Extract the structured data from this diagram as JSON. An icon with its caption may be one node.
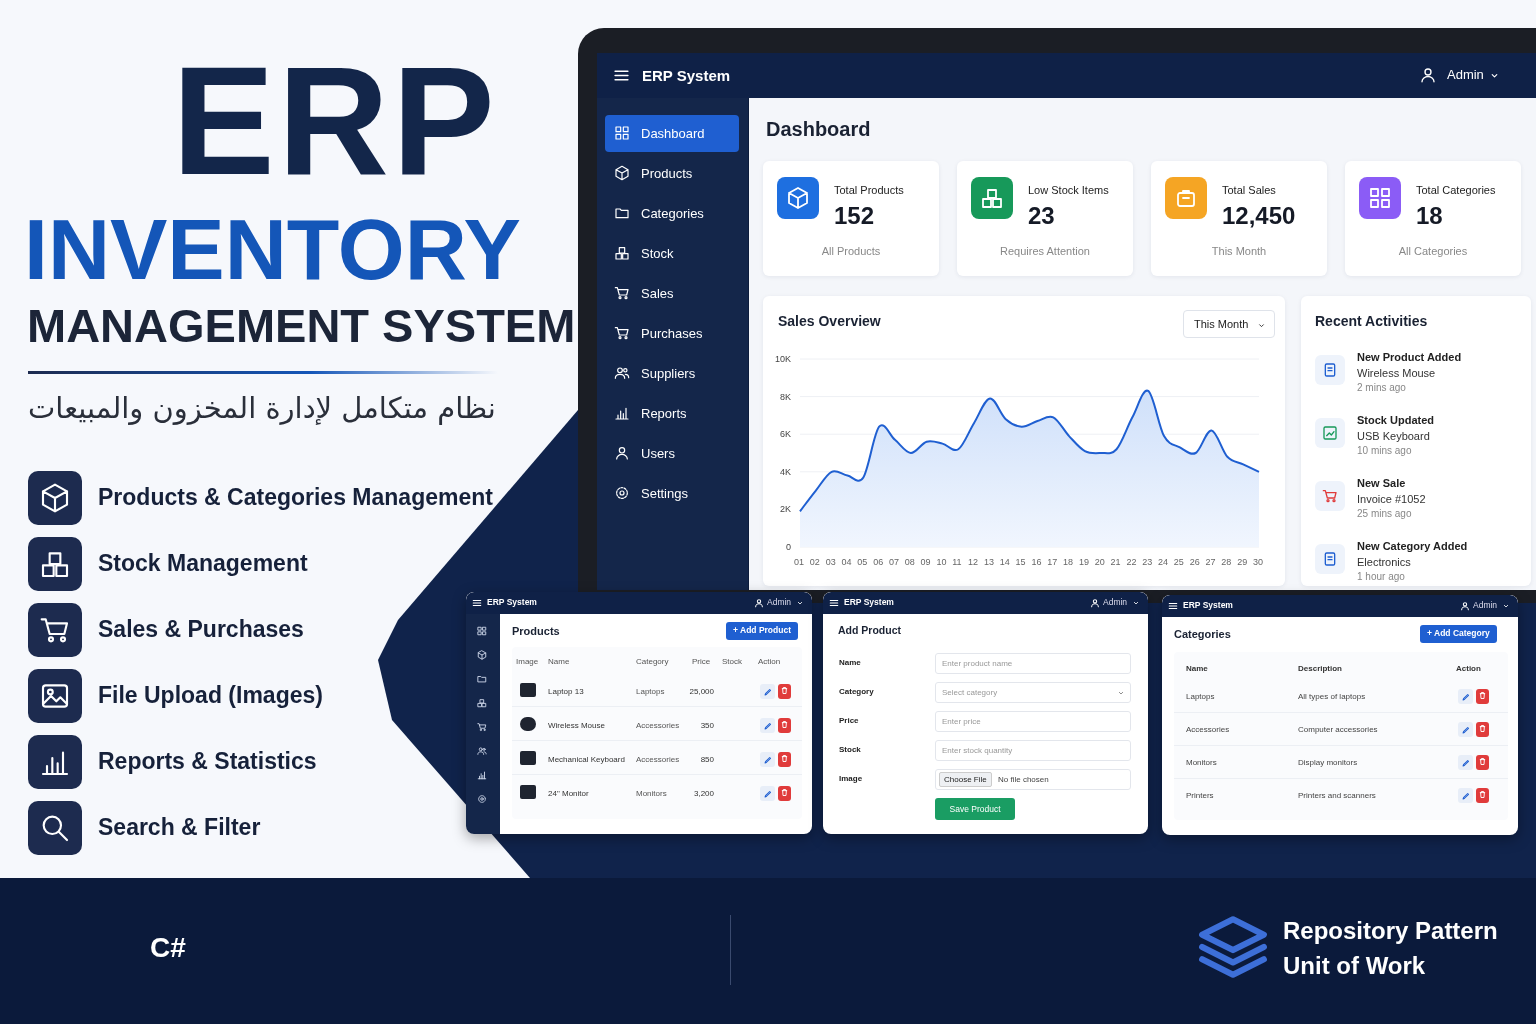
{
  "diagram": {
    "nodes": [
      {
        "text": [
          "Products & Categories Management"
        ]
      },
      {
        "text": [
          "Stock Management"
        ]
      },
      {
        "text": [
          "Sales & Purchases"
        ]
      },
      {
        "text": [
          "File Upload (Images)"
        ]
      },
      {
        "text": [
          "Reports & Statistics"
        ]
      },
      {
        "text": [
          "Search & Filter"
        ]
      },
      {
        "text": [
          "ERP System",
          "Admin"
        ]
      },
      {
        "text": [],
        "shape": "bar",
        "in": 6
      },
      {
        "text": [
          "Dashboard"
        ],
        "in": 7
      },
      {
        "text": [
          "Products"
        ],
        "in": 7
      },
      {
        "text": [
          "Categories"
        ],
        "in": 7
      },
      {
        "text": [
          "Stock"
        ],
        "in": 7
      },
      {
        "text": [
          "Sales"
        ],
        "in": 7
      },
      {
        "text": [
          "Purchases"
        ],
        "in": 7
      },
      {
        "text": [
          "Suppliers"
        ],
        "in": 7
      },
      {
        "text": [
          "Reports"
        ],
        "in": 7
      },
      {
        "text": [
          "Users"
        ],
        "in": 7
      },
      {
        "text": [
          "Settings"
        ],
        "in": 7
      },
      {
        "text": [
          "Dashboard"
        ],
        "in": 6
      },
      {
        "text": [
          "Total Products",
          "152",
          "All Products"
        ],
        "in": 18
      },
      {
        "text": [
          "Low Stock Items",
          "23",
          "Requires Attention"
        ],
        "in": 18
      },
      {
        "text": [
          "Total Sales",
          "12,450",
          "This Month"
        ],
        "in": 18
      },
      {
        "text": [
          "Total Categories",
          "18",
          "All Categories"
        ],
        "in": 18
      },
      {
        "text": [
          "Sales Overview",
          "This Month"
        ],
        "in": 18
      },
      {
        "text": [
          "Recent Activities"
        ],
        "in": 18
      },
      {
        "text": [
          "New Product Added",
          "Wireless Mouse",
          "2 mins ago"
        ],
        "in": 24
      },
      {
        "text": [
          "Stock Updated",
          "USB Keyboard",
          "10 mins ago"
        ],
        "in": 24
      },
      {
        "text": [
          "New Sale",
          "Invoice #1052",
          "25 mins ago"
        ],
        "in": 24
      },
      {
        "text": [
          "New Category Added",
          "Electronics",
          "1 hour ago"
        ],
        "in": 24
      },
      {
        "text": [
          "ERP System",
          "Admin",
          "Products",
          "+ Add Product"
        ]
      },
      {
        "text": [
          "Image",
          "Name",
          "Category",
          "Price",
          "Stock",
          "Action",
          "Laptop 13",
          "Laptops",
          "25,000",
          "Wireless Mouse",
          "Accessories",
          "350",
          "Mechanical Keyboard",
          "Accessories",
          "850",
          "24\" Monitor",
          "Monitors",
          "3,200"
        ],
        "in": 29
      },
      {
        "text": [
          "ERP System",
          "Admin",
          "Add Product"
        ]
      },
      {
        "text": [
          "Name",
          "Enter product name",
          "Category",
          "Select category",
          "Price",
          "Enter price",
          "Stock",
          "Enter stock quantity",
          "Image",
          "Choose File",
          "No file chosen"
        ],
        "in": 31
      },
      {
        "text": [
          "Save Product"
        ],
        "in": 31
      },
      {
        "text": [
          "ERP System",
          "Admin",
          "Categories",
          "+ Add Category"
        ]
      },
      {
        "text": [
          "Name",
          "Description",
          "Action",
          "Laptops",
          "All types of laptops",
          "Accessories",
          "Computer accessories",
          "Monitors",
          "Display monitors",
          "Printers",
          "Printers and scanners"
        ],
        "in": 34
      }
    ],
    "labels": [
      "ERP",
      "INVENTORY",
      "MANAGEMENT SYSTEM",
      "نظام متكامل لإدارة المخزون والمبيعات",
      "C#",
      "Repository Pattern",
      "Unit of Work"
    ],
    "chart_data": {
      "type": "area",
      "categories": [
        "01",
        "02",
        "03",
        "04",
        "05",
        "06",
        "07",
        "08",
        "09",
        "10",
        "11",
        "12",
        "13",
        "14",
        "15",
        "16",
        "17",
        "18",
        "19",
        "20",
        "21",
        "22",
        "23",
        "24",
        "25",
        "26",
        "27",
        "28",
        "29",
        "30"
      ],
      "series": [
        {
          "color": "#1f5fd1",
          "values": [
            1900,
            3000,
            4000,
            3800,
            3700,
            6400,
            5700,
            5000,
            5600,
            5500,
            5200,
            6600,
            7900,
            6800,
            6400,
            6700,
            6900,
            5900,
            5100,
            5000,
            5200,
            6900,
            8300,
            5900,
            5300,
            5000,
            6200,
            4800,
            4400,
            4000
          ]
        }
      ],
      "ylim": [
        0,
        10000
      ],
      "grid": true,
      "yticks": [
        {
          "value": 0,
          "label": "0"
        },
        {
          "value": 2000,
          "label": "2K"
        },
        {
          "value": 4000,
          "label": "4K"
        },
        {
          "value": 6000,
          "label": "6K"
        },
        {
          "value": 8000,
          "label": "8K"
        },
        {
          "value": 10000,
          "label": "10K"
        }
      ]
    }
  }
}
